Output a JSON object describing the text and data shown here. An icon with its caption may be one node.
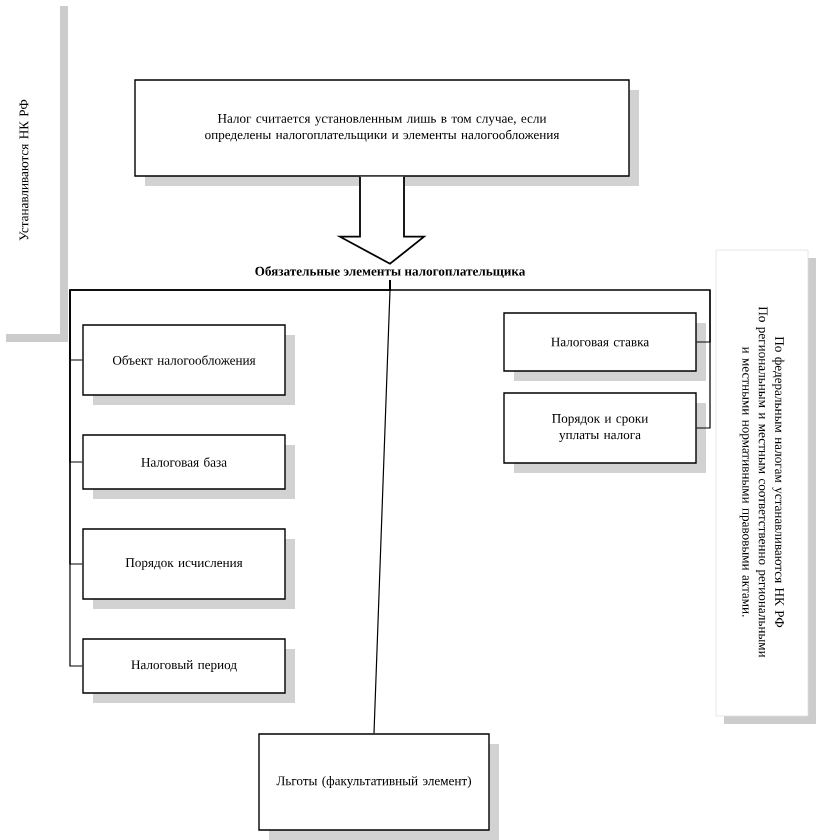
{
  "diagram": {
    "nodes": [
      {
        "text": [
          "Налог считается установленным лишь в том случае, если определены налогоплательщики и элементы налогообложения"
        ]
      },
      {
        "text": [
          "Устанавливаются НК РФ"
        ]
      },
      {
        "text": [
          "Обязательные элементы налогоплательщика"
        ]
      },
      {
        "text": [
          "Объект налогообложения"
        ]
      },
      {
        "text": [
          "Налоговая база"
        ]
      },
      {
        "text": [
          "Порядок исчисления"
        ]
      },
      {
        "text": [
          "Налоговый период"
        ]
      },
      {
        "text": [
          "Налоговая ставка"
        ]
      },
      {
        "text": [
          "Порядок и сроки уплаты налога"
        ]
      },
      {
        "text": [
          "Льготы (факультативный элемент)"
        ]
      },
      {
        "text": [
          "По федеральным налогам устанавливаются НК РФ",
          "По региональным и местным соответственно региональными и местными нормативными правовыми актами."
        ]
      }
    ],
    "edges": [
      {
        "from": 0,
        "to": 2,
        "arrow": "to",
        "style": "thick"
      },
      {
        "from": 2,
        "to": 3,
        "arrow": "none"
      },
      {
        "from": 2,
        "to": 4,
        "arrow": "none"
      },
      {
        "from": 2,
        "to": 5,
        "arrow": "none"
      },
      {
        "from": 2,
        "to": 6,
        "arrow": "none"
      },
      {
        "from": 2,
        "to": 7,
        "arrow": "none"
      },
      {
        "from": 2,
        "to": 8,
        "arrow": "none"
      },
      {
        "from": 2,
        "to": 9,
        "arrow": "none"
      }
    ]
  }
}
